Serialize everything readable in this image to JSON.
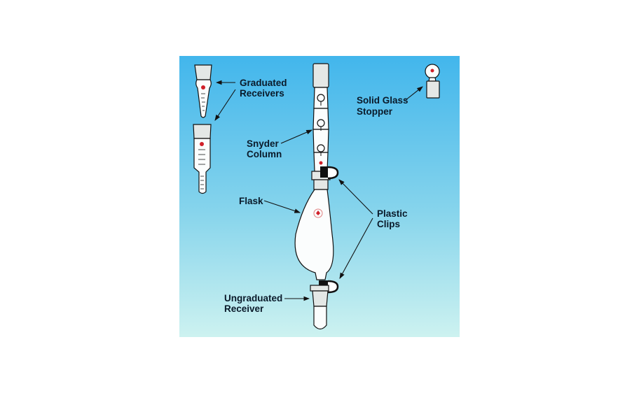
{
  "colors": {
    "background_top": "#42b6ec",
    "background_bottom": "#cdf2f0",
    "logo": "#d0202a"
  },
  "labels": {
    "graduated_receivers": [
      "Graduated",
      "Receivers"
    ],
    "solid_glass_stopper": [
      "Solid Glass",
      "Stopper"
    ],
    "snyder_column": [
      "Snyder",
      "Column"
    ],
    "flask": "Flask",
    "plastic_clips": [
      "Plastic",
      "Clips"
    ],
    "ungraduated_receiver": [
      "Ungraduated",
      "Receiver"
    ]
  }
}
